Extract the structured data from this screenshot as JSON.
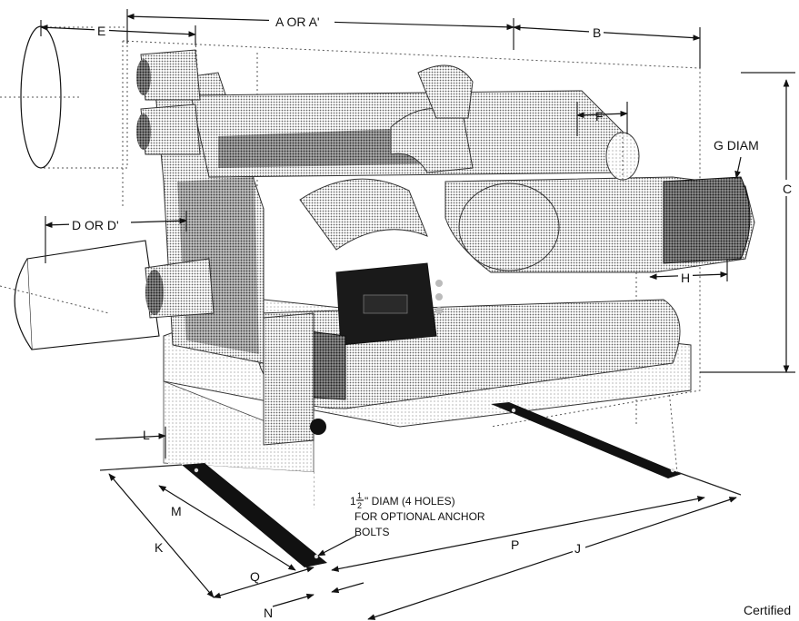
{
  "labels": {
    "a": "A OR A'",
    "b": "B",
    "c": "C",
    "d": "D OR D'",
    "e": "E",
    "f": "F",
    "g": "G DIAM",
    "h": "H",
    "j": "J",
    "k": "K",
    "l": "L",
    "m": "M",
    "n": "N",
    "p": "P",
    "q": "Q"
  },
  "note": {
    "fraction_whole": "1",
    "fraction_num": "1",
    "fraction_den": "2",
    "line1": "\" DIAM (4 HOLES)",
    "line2": "FOR OPTIONAL ANCHOR",
    "line3": "BOLTS"
  },
  "caption": "Certified"
}
